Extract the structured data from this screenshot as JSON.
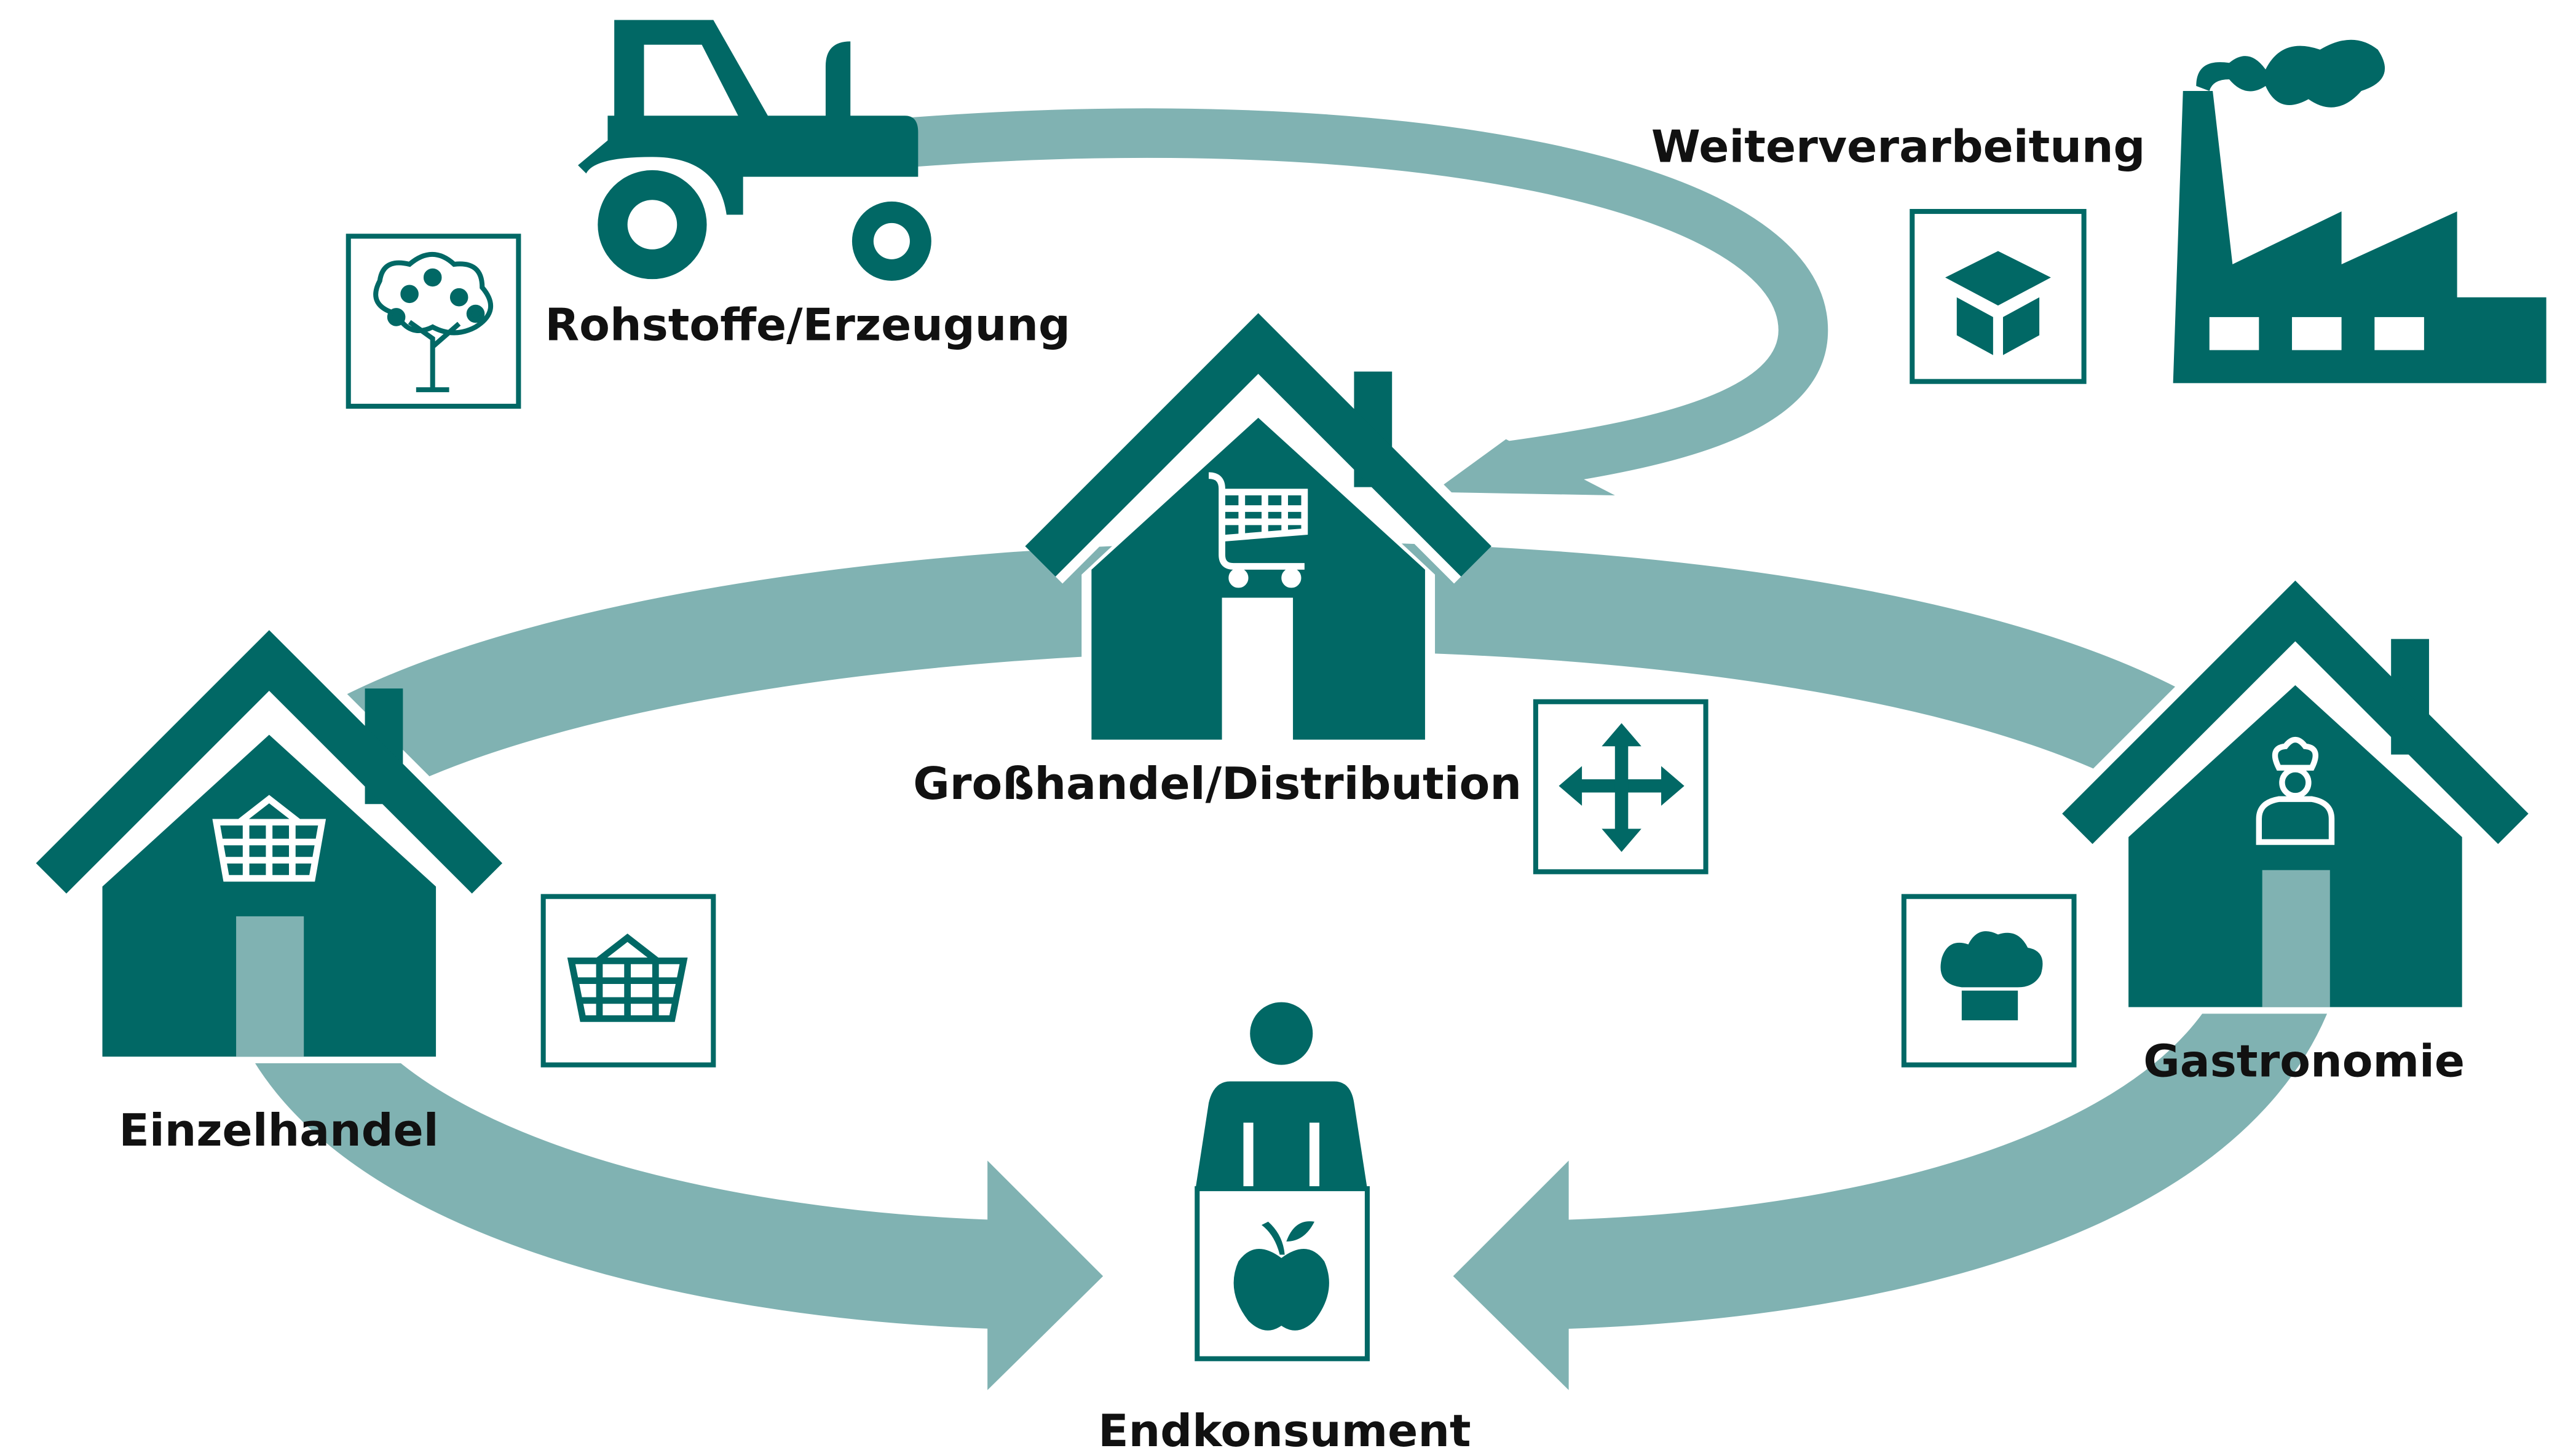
{
  "colors": {
    "dark": "#016865",
    "light": "#80B2B2",
    "text": "#111111"
  },
  "labels": {
    "raw_materials": "Rohstoffe/Erzeugung",
    "processing": "Weiterverarbeitung",
    "wholesale": "Großhandel/Distribution",
    "retail": "Einzelhandel",
    "gastronomy": "Gastronomie",
    "consumer": "Endkonsument"
  },
  "icons": [
    "tractor-icon",
    "apple-tree-icon",
    "factory-icon",
    "open-box-icon",
    "shopping-cart-icon",
    "move-arrows-icon",
    "shopping-basket-icon",
    "chef-icon",
    "chef-hat-icon",
    "person-icon",
    "apple-icon"
  ]
}
